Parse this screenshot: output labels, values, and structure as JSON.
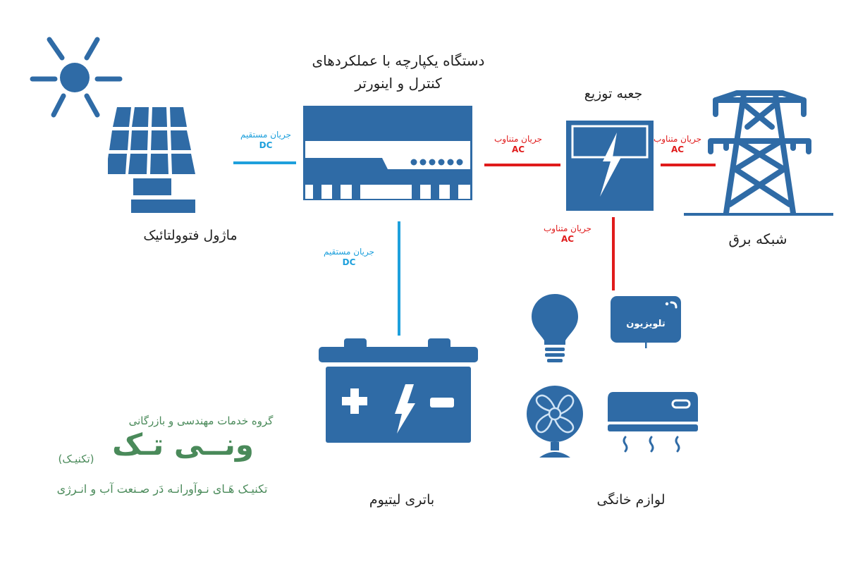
{
  "diagram": {
    "colors": {
      "icon": "#2f6ba6",
      "dc_line": "#1ea0dc",
      "ac_line": "#e01b1b",
      "label": "#222222",
      "logo": "#4a8a5a"
    },
    "nodes": {
      "pv_module": {
        "label": "ماژول فتوولتائیک",
        "icon": "solar-panel-icon"
      },
      "sun": {
        "icon": "sun-icon"
      },
      "inverter": {
        "label_line1": "دستگاه یکپارچه با عملکردهای",
        "label_line2": "کنترل و اینورتر",
        "icon": "inverter-icon"
      },
      "distribution_box": {
        "label": "جعبه توزیع",
        "icon": "distribution-box-icon"
      },
      "grid": {
        "label": "شبکه برق",
        "icon": "power-tower-icon"
      },
      "battery": {
        "label": "باتری لیتیوم",
        "icon": "battery-icon"
      },
      "appliances": {
        "label": "لوازم خانگی",
        "items": [
          {
            "name": "light-bulb",
            "icon": "light-bulb-icon"
          },
          {
            "name": "television",
            "icon": "tv-icon",
            "text": "تلویزیون"
          },
          {
            "name": "fan",
            "icon": "fan-icon"
          },
          {
            "name": "air-conditioner",
            "icon": "air-conditioner-icon"
          }
        ]
      }
    },
    "edges": [
      {
        "from": "pv_module",
        "to": "inverter",
        "label": "جریان مستقیم",
        "type": "DC"
      },
      {
        "from": "inverter",
        "to": "battery",
        "label": "جریان مستقیم",
        "type": "DC"
      },
      {
        "from": "inverter",
        "to": "distribution_box",
        "label": "جریان متناوب",
        "type": "AC"
      },
      {
        "from": "distribution_box",
        "to": "grid",
        "label": "جریان متناوب",
        "type": "AC"
      },
      {
        "from": "distribution_box",
        "to": "appliances",
        "label": "جریان متناوب",
        "type": "AC"
      }
    ]
  },
  "logo": {
    "line1": "گروه خدمات مهندسی و بازرگانی",
    "brand": "ونــی تـک",
    "brand_sub": "(تکنیـک)",
    "tagline": "تکنیـک هَـای نـوآورانـه دَر صـنعت آب و انـرژی"
  }
}
